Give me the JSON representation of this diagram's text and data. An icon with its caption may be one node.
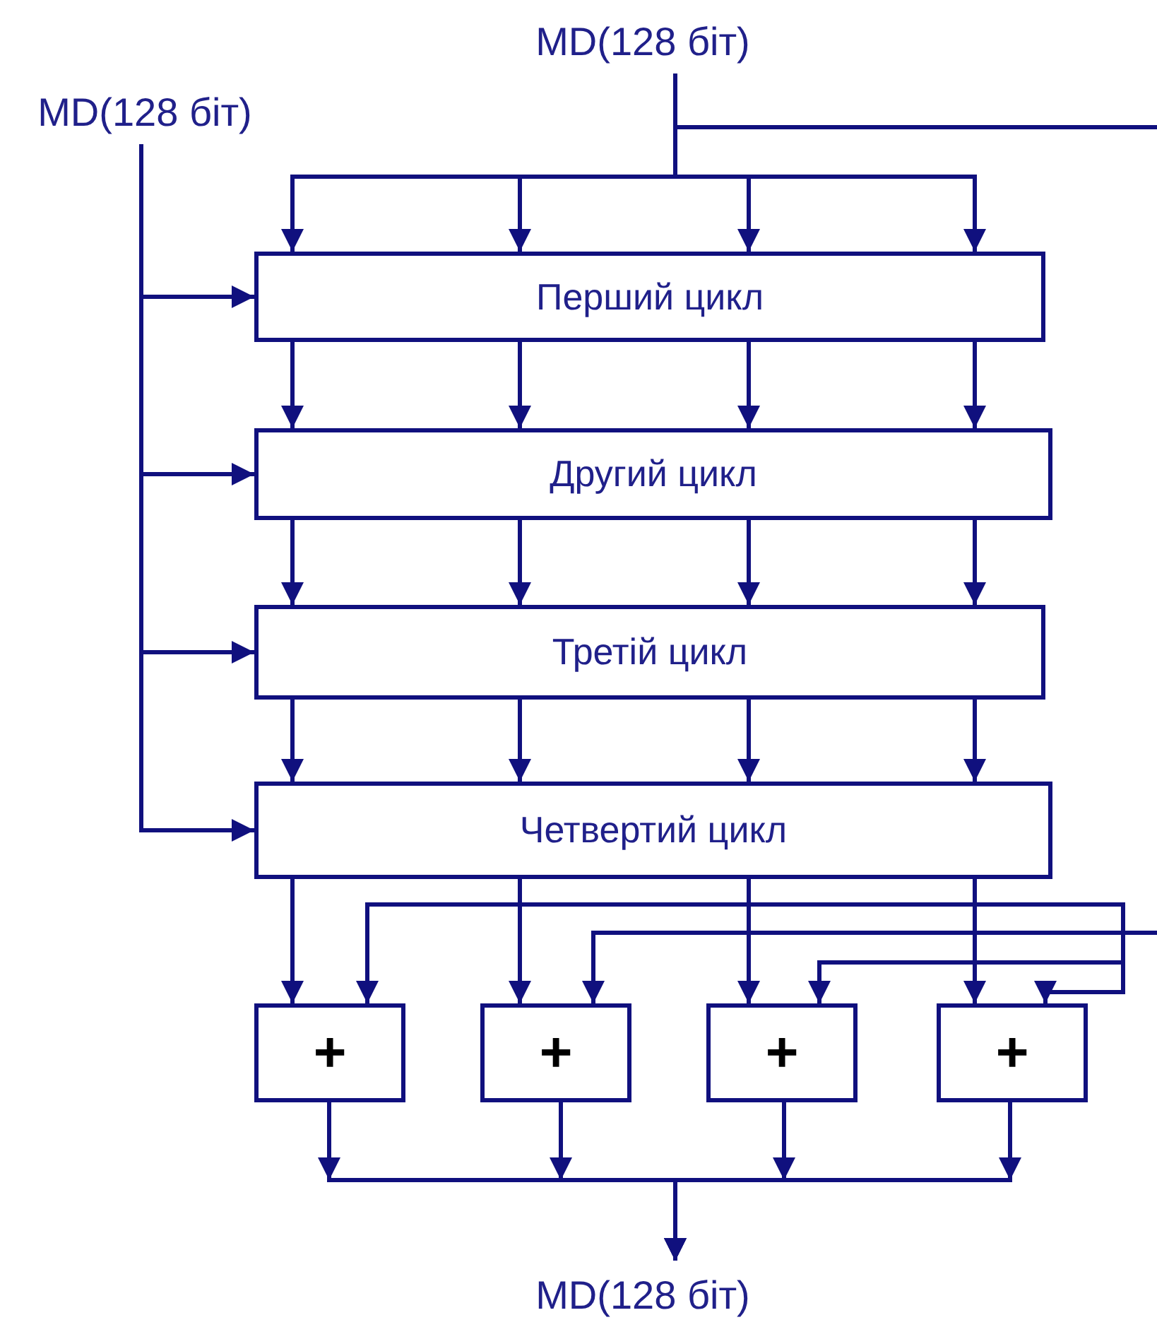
{
  "diagram": {
    "nodes": [
      {
        "text": [
          "MD(128 біт)"
        ]
      },
      {
        "text": [
          "MD(128 біт)"
        ]
      },
      {
        "text": [
          "Перший цикл"
        ]
      },
      {
        "text": [
          "Другий цикл"
        ]
      },
      {
        "text": [
          "Третій цикл"
        ]
      },
      {
        "text": [
          "Четвертий цикл"
        ]
      },
      {
        "text": [
          "+"
        ]
      },
      {
        "text": [
          "+"
        ]
      },
      {
        "text": [
          "+"
        ]
      },
      {
        "text": [
          "+"
        ]
      },
      {
        "text": [
          "MD(128 біт)"
        ]
      }
    ],
    "edges": [
      {
        "from": 0,
        "to": 2,
        "arrow": "to"
      },
      {
        "from": 0,
        "to": 2,
        "arrow": "to"
      },
      {
        "from": 0,
        "to": 2,
        "arrow": "to"
      },
      {
        "from": 0,
        "to": 2,
        "arrow": "to"
      },
      {
        "from": 0,
        "to": null,
        "arrow": "none"
      },
      {
        "from": 1,
        "to": 2,
        "arrow": "to"
      },
      {
        "from": 1,
        "to": 3,
        "arrow": "to"
      },
      {
        "from": 1,
        "to": 4,
        "arrow": "to"
      },
      {
        "from": 1,
        "to": 5,
        "arrow": "to"
      },
      {
        "from": 2,
        "to": 3,
        "arrow": "to"
      },
      {
        "from": 2,
        "to": 3,
        "arrow": "to"
      },
      {
        "from": 2,
        "to": 3,
        "arrow": "to"
      },
      {
        "from": 2,
        "to": 3,
        "arrow": "to"
      },
      {
        "from": 3,
        "to": 4,
        "arrow": "to"
      },
      {
        "from": 3,
        "to": 4,
        "arrow": "to"
      },
      {
        "from": 3,
        "to": 4,
        "arrow": "to"
      },
      {
        "from": 3,
        "to": 4,
        "arrow": "to"
      },
      {
        "from": 4,
        "to": 5,
        "arrow": "to"
      },
      {
        "from": 4,
        "to": 5,
        "arrow": "to"
      },
      {
        "from": 4,
        "to": 5,
        "arrow": "to"
      },
      {
        "from": 4,
        "to": 5,
        "arrow": "to"
      },
      {
        "from": 5,
        "to": 6,
        "arrow": "to"
      },
      {
        "from": 5,
        "to": 7,
        "arrow": "to"
      },
      {
        "from": 5,
        "to": 8,
        "arrow": "to"
      },
      {
        "from": 5,
        "to": 9,
        "arrow": "to"
      },
      {
        "from": null,
        "to": 6,
        "arrow": "to"
      },
      {
        "from": null,
        "to": 7,
        "arrow": "to"
      },
      {
        "from": null,
        "to": 8,
        "arrow": "to"
      },
      {
        "from": null,
        "to": 9,
        "arrow": "to"
      },
      {
        "from": 6,
        "to": 10,
        "arrow": "to"
      },
      {
        "from": 7,
        "to": 10,
        "arrow": "to"
      },
      {
        "from": 8,
        "to": 10,
        "arrow": "to"
      },
      {
        "from": 9,
        "to": 10,
        "arrow": "to"
      }
    ]
  }
}
